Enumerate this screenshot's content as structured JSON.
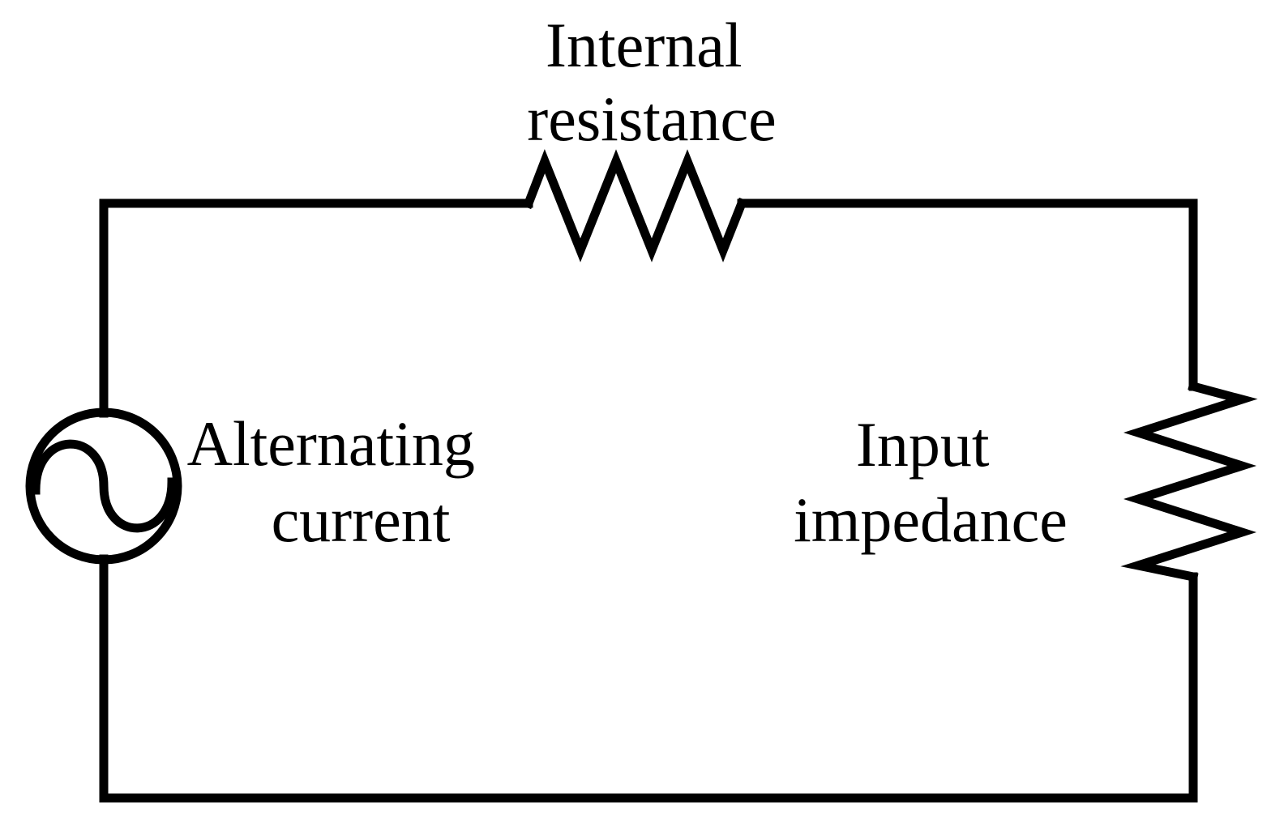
{
  "colors": {
    "line": "#000000",
    "background": "#ffffff"
  },
  "components": {
    "internal_resistance": {
      "label_line1": "Internal",
      "label_line2": "resistance",
      "icon": "resistor-icon"
    },
    "ac_source": {
      "label_line1": "Alternating",
      "label_line2": "current",
      "icon": "ac-source-icon"
    },
    "input_impedance": {
      "label_line1": "Input",
      "label_line2": "impedance",
      "icon": "resistor-icon"
    }
  }
}
